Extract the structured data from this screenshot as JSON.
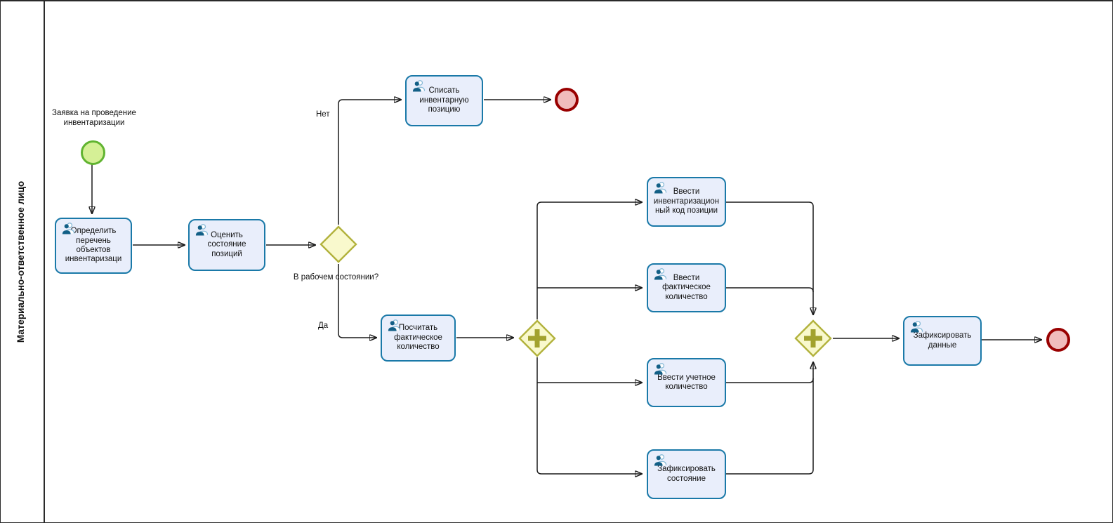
{
  "lane": {
    "label": "Материально-ответственное лицо"
  },
  "start_event": {
    "label": "Заявка на проведение инвентаризации"
  },
  "tasks": {
    "define_list": {
      "label": "Определить перечень объектов инвентаризаци"
    },
    "assess_state": {
      "label": "Оценить состояние позиций"
    },
    "write_off": {
      "label": "Списать инвентарную позицию"
    },
    "count_actual": {
      "label": "Посчитать фактическое количество"
    },
    "enter_inventory_code": {
      "label": "Ввести инвентаризационный код позиции"
    },
    "enter_actual_quantity": {
      "label": "Ввести фактическое количество"
    },
    "enter_recorded_quantity": {
      "label": "Ввести учетное количество"
    },
    "record_state": {
      "label": "Зафиксировать состояние"
    },
    "record_data": {
      "label": "Зафиксировать данные"
    }
  },
  "gateways": {
    "exclusive": {
      "type": "exclusive",
      "question": "В рабочем состоянии?",
      "no_label": "Нет",
      "yes_label": "Да"
    },
    "parallel_split": {
      "type": "parallel"
    },
    "parallel_join": {
      "type": "parallel"
    }
  },
  "icons": {
    "task": "user-person-icon"
  },
  "colors": {
    "task_fill": "#e9eefb",
    "task_border": "#1a79a8",
    "start_fill": "#d5f096",
    "start_border": "#61b431",
    "end_fill": "#f0bcbc",
    "end_border": "#990000",
    "gateway_fill": "#f9f9cd",
    "gateway_border": "#b2b23c",
    "gateway_marker": "#a2a22e",
    "flow": "#1a1a1a"
  }
}
